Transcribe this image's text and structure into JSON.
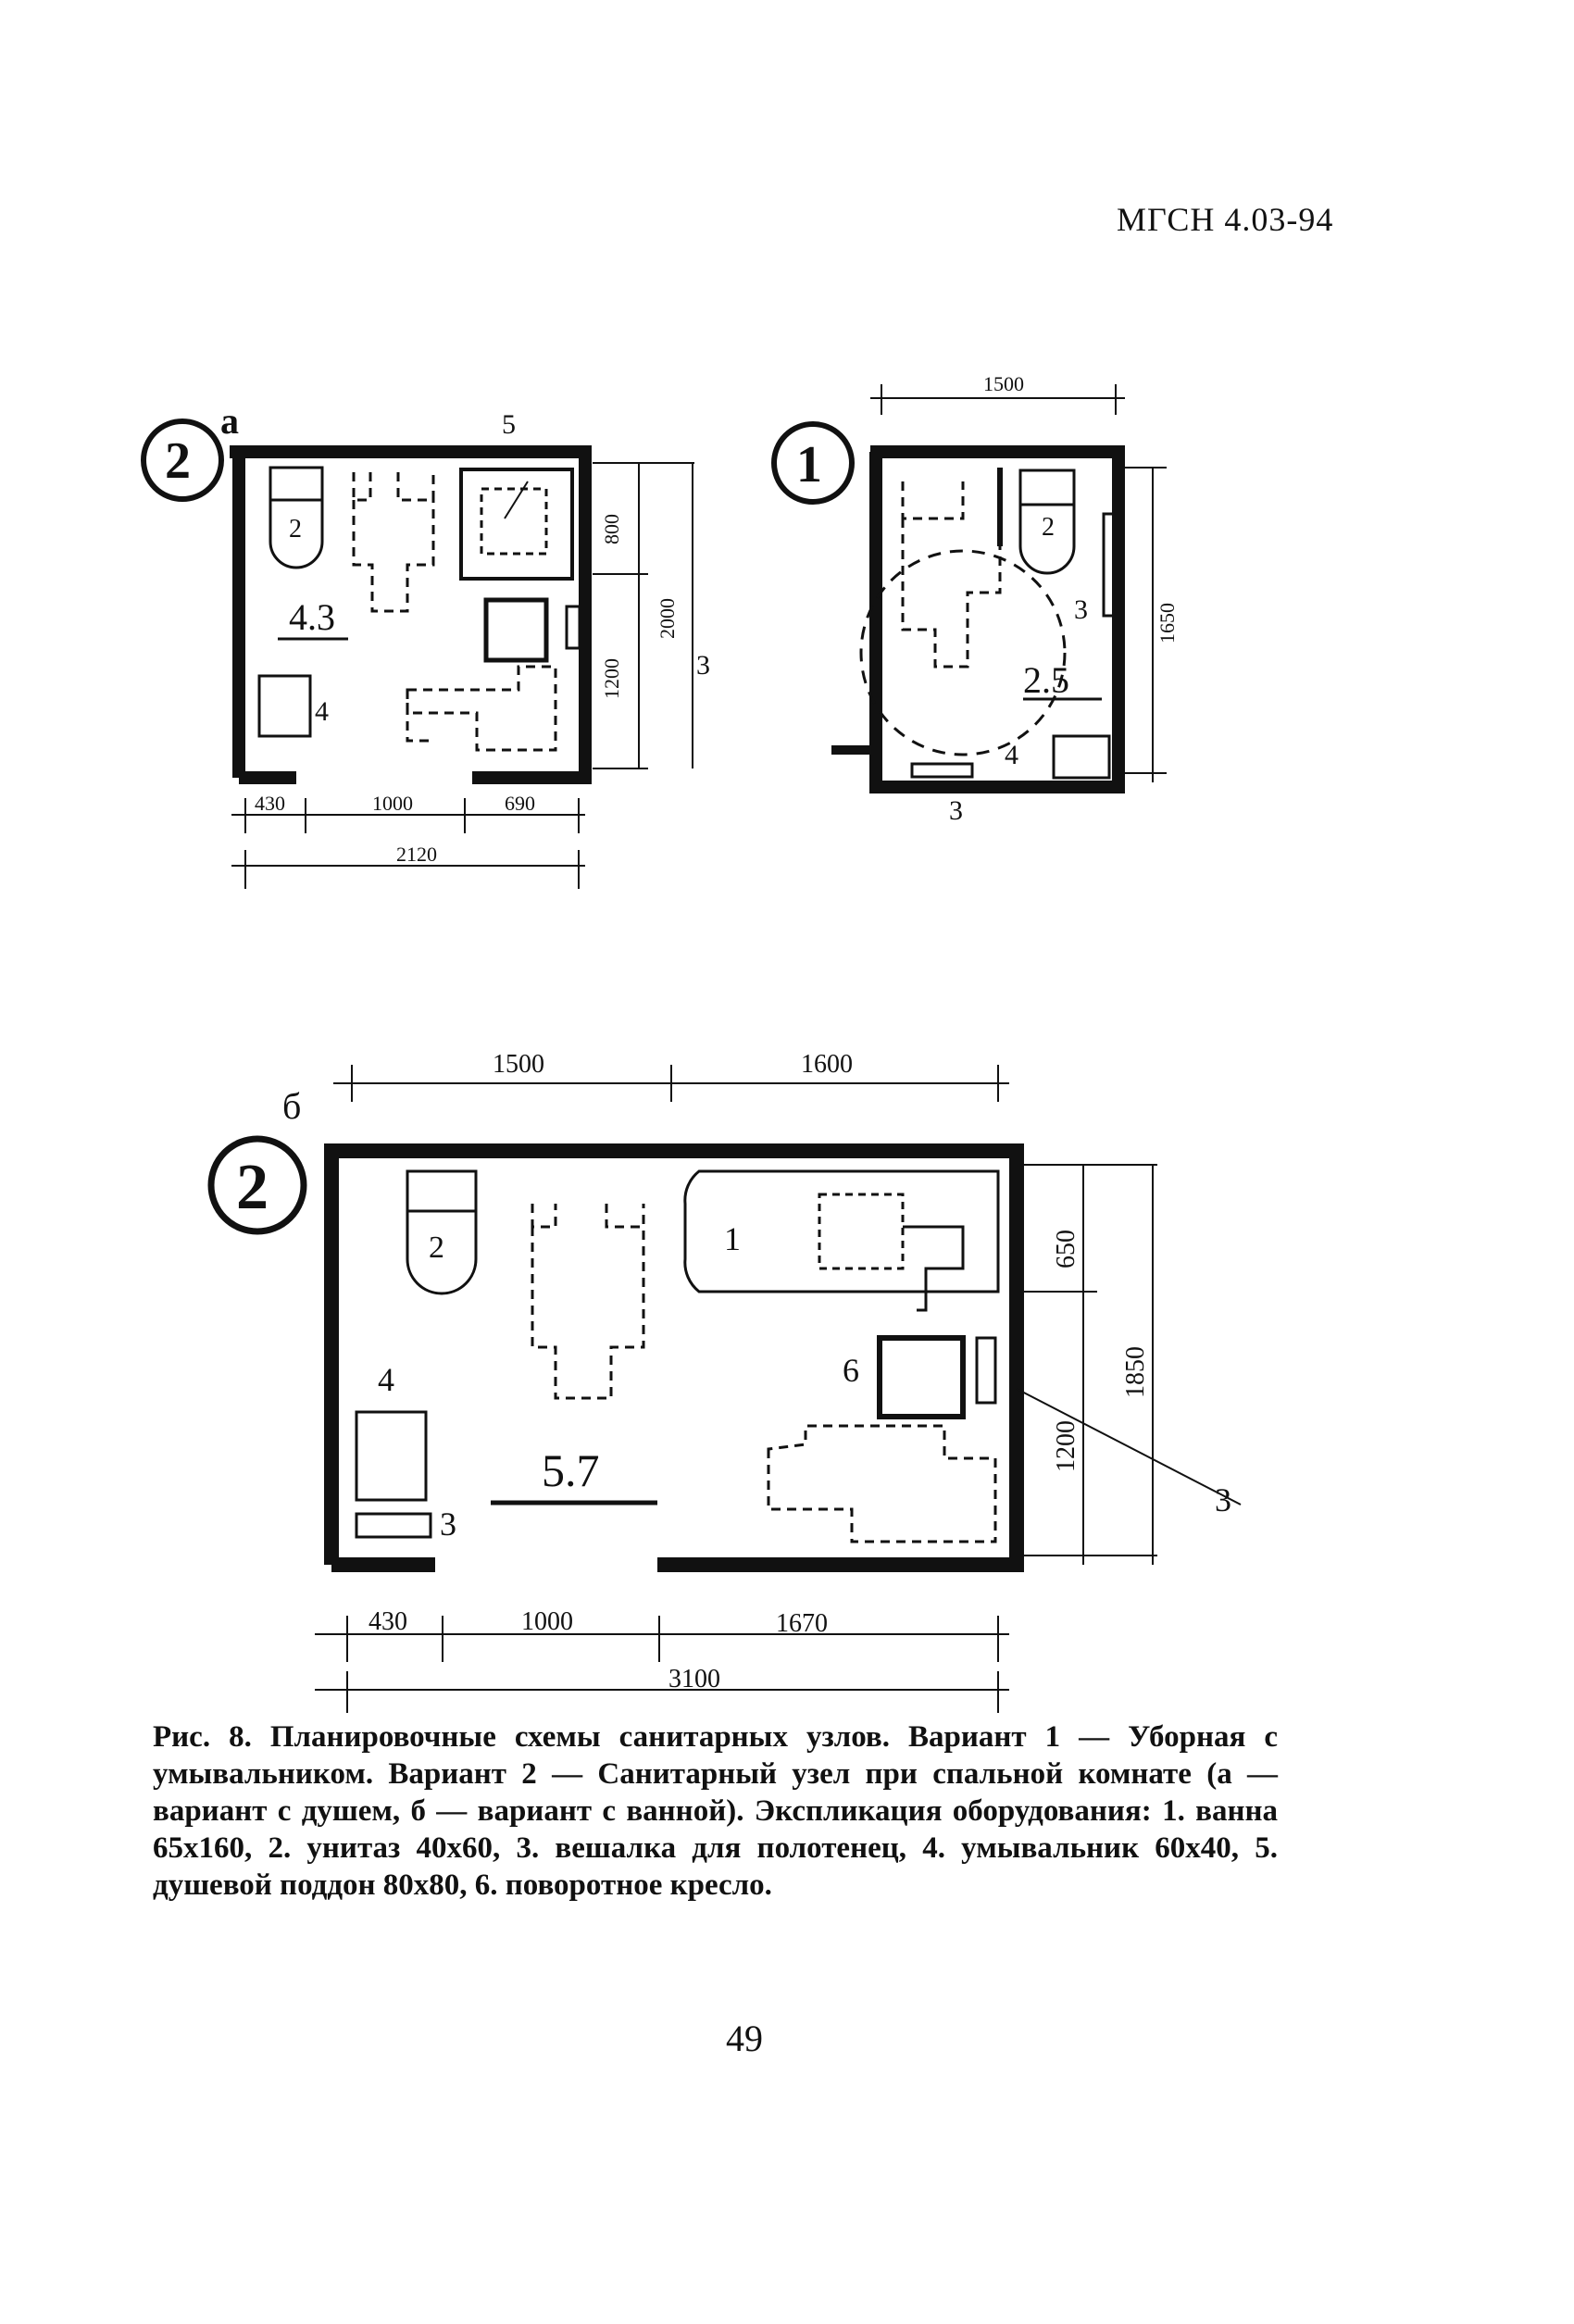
{
  "header": "МГСН 4.03-94",
  "variant_2a": {
    "variant_label": "2",
    "sub_label": "а",
    "area": "4.3",
    "item_labels": {
      "shower_tray": "5",
      "wc": "2",
      "sink": "4",
      "towel": "3"
    },
    "dims": {
      "w1": "430",
      "w2": "1000",
      "w3": "690",
      "total_w": "2120",
      "h1": "800",
      "h2": "1200",
      "total_h": "2000"
    }
  },
  "variant_1": {
    "variant_label": "1",
    "area": "2.5",
    "item_labels": {
      "wc": "2",
      "towel_right": "3",
      "sink": "4",
      "towel_bottom": "3"
    },
    "dims": {
      "top_w": "1500",
      "right_h": "1650"
    }
  },
  "variant_2b": {
    "variant_label": "2",
    "sub_label": "б",
    "area": "5.7",
    "item_labels": {
      "bath": "1",
      "wc": "2",
      "sink": "4",
      "towel_left": "3",
      "chair": "6",
      "towel_right": "3"
    },
    "dims": {
      "top1": "1500",
      "top2": "1600",
      "w1": "430",
      "w2": "1000",
      "w3": "1670",
      "total_w": "3100",
      "h1": "650",
      "h2": "1200",
      "total_h": "1850"
    }
  },
  "caption": "Рис. 8. Планировочные схемы санитарных узлов. Вариант 1 — Уборная с умывальником. Вариант 2 — Санитарный узел при спальной комнате (а — вариант с душем, б — вариант с ванной). Экспликация оборудования: 1. ванна 65х160, 2. унитаз 40х60, 3. вешалка для полотенец, 4. умывальник 60х40, 5. душевой поддон 80х80, 6. поворотное кресло.",
  "page_number": "49"
}
